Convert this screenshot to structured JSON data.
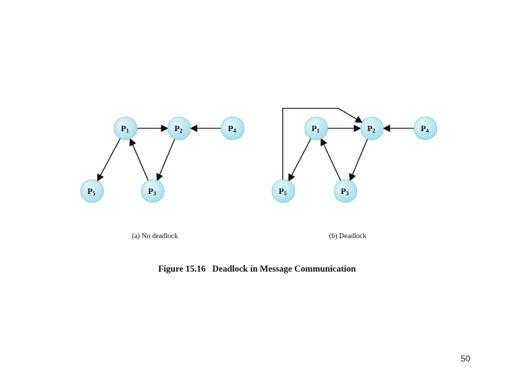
{
  "colors": {
    "node_fill": "#a9dde8",
    "node_highlight": "#e6f7fb",
    "node_edge": "#7fc3d6",
    "arrow": "#111111"
  },
  "diagram_a": {
    "caption": "(a) No deadlock",
    "nodes": [
      {
        "id": "P1",
        "base": "P",
        "sub": "1"
      },
      {
        "id": "P2",
        "base": "P",
        "sub": "2"
      },
      {
        "id": "P3",
        "base": "P",
        "sub": "3"
      },
      {
        "id": "P4",
        "base": "P",
        "sub": "4"
      },
      {
        "id": "P5",
        "base": "P",
        "sub": "5"
      }
    ],
    "edges": [
      {
        "from": "P1",
        "to": "P2"
      },
      {
        "from": "P4",
        "to": "P2"
      },
      {
        "from": "P1",
        "to": "P5"
      },
      {
        "from": "P3",
        "to": "P1"
      },
      {
        "from": "P2",
        "to": "P3"
      }
    ]
  },
  "diagram_b": {
    "caption": "(b) Deadlock",
    "nodes": [
      {
        "id": "P1",
        "base": "P",
        "sub": "1"
      },
      {
        "id": "P2",
        "base": "P",
        "sub": "2"
      },
      {
        "id": "P3",
        "base": "P",
        "sub": "3"
      },
      {
        "id": "P4",
        "base": "P",
        "sub": "4"
      },
      {
        "id": "P5",
        "base": "P",
        "sub": "5"
      }
    ],
    "edges": [
      {
        "from": "P1",
        "to": "P2"
      },
      {
        "from": "P4",
        "to": "P2"
      },
      {
        "from": "P1",
        "to": "P5"
      },
      {
        "from": "P3",
        "to": "P1"
      },
      {
        "from": "P2",
        "to": "P3"
      },
      {
        "from": "P5",
        "to": "P2"
      }
    ]
  },
  "figure_caption": "Figure 15.16   Deadlock in Message Communication",
  "page_number": "50"
}
